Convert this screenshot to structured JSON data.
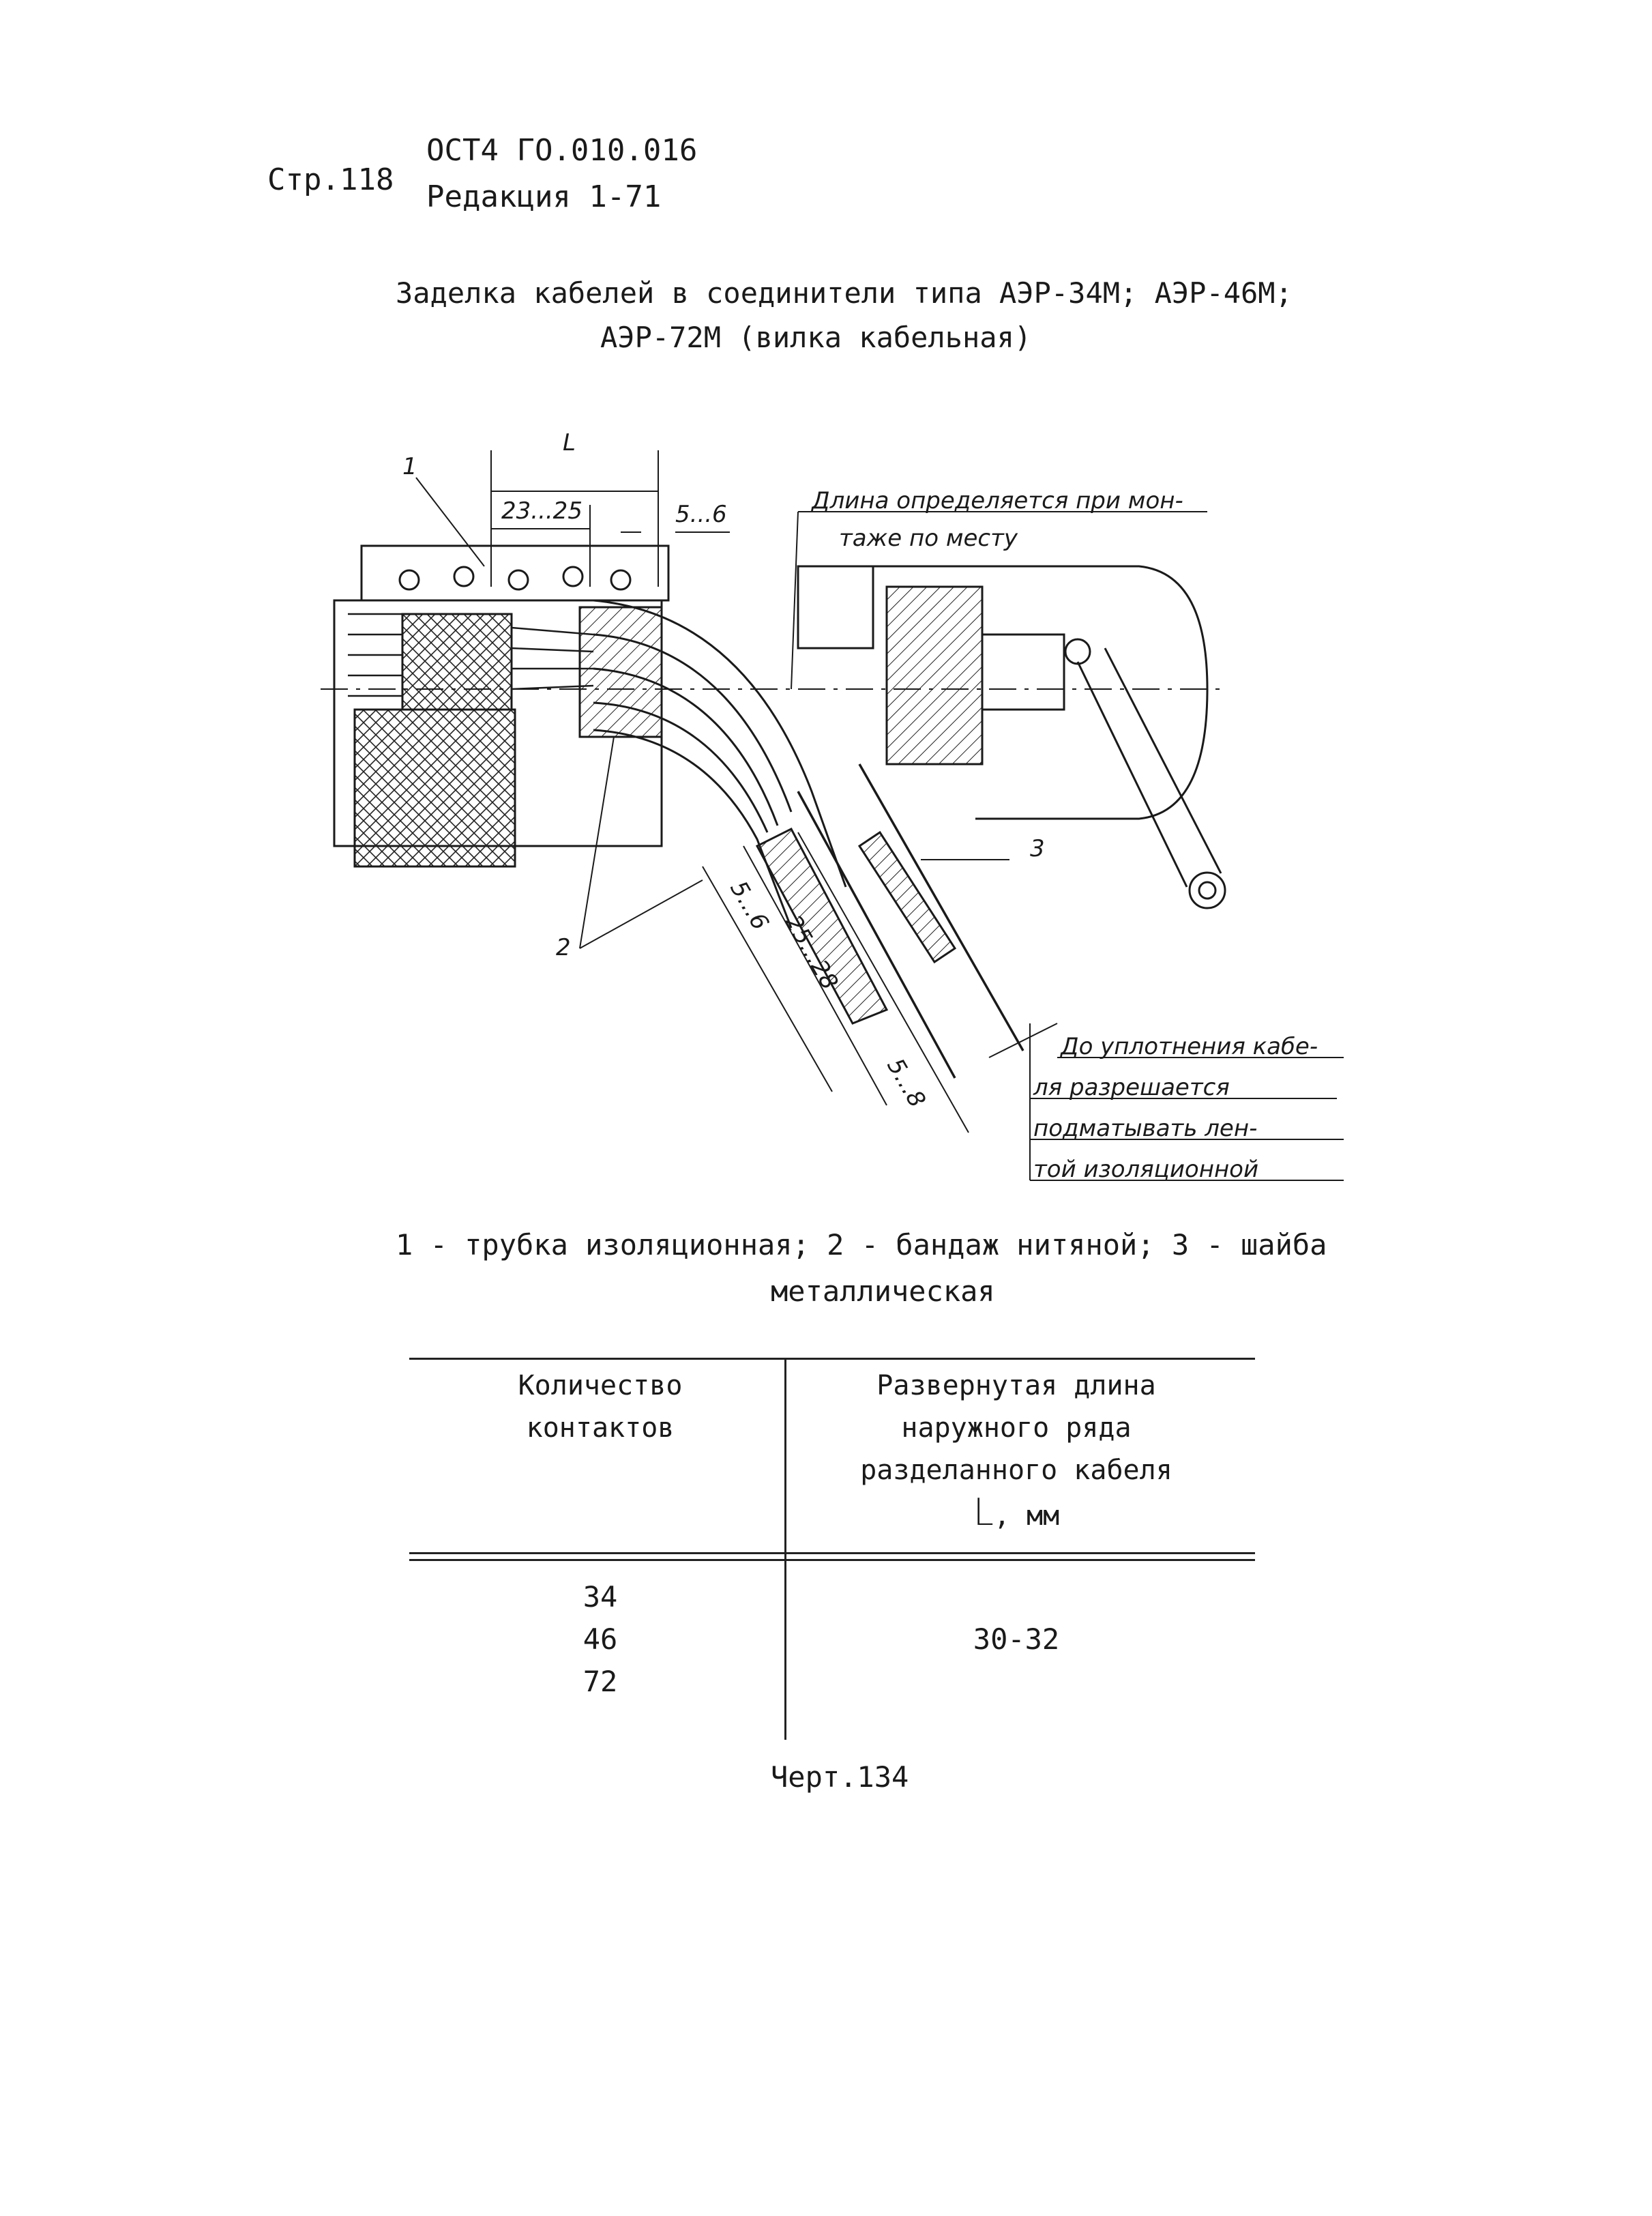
{
  "header": {
    "page_number": "Стр.118",
    "standard_code": "ОСТ4 ГО.010.016",
    "edition": "Редакция 1-71"
  },
  "title": {
    "line1": "Заделка кабелей в соединители типа АЭР-34М; АЭР-46М;",
    "line2": "АЭР-72М (вилка кабельная)"
  },
  "drawing": {
    "dim_L": "L",
    "dim_23_25": "23...25",
    "dim_5_6_top": "5...6",
    "dim_5_6_angled": "5...6",
    "dim_25_28": "25...28",
    "dim_5_8": "5...8",
    "label_1": "1",
    "label_2": "2",
    "label_3": "3",
    "note_top_line1": "Длина определяется при мон-",
    "note_top_line2": "таже по месту",
    "note_bottom_line1": "До уплотнения кабе-",
    "note_bottom_line2": "ля разрешается",
    "note_bottom_line3": "подматывать лен-",
    "note_bottom_line4": "той изоляционной"
  },
  "legend": {
    "line1": "1 - трубка изоляционная; 2 - бандаж нитяной; 3 - шайба",
    "line2": "металлическая"
  },
  "table": {
    "col1_header_line1": "Количество",
    "col1_header_line2": "контактов",
    "col2_header_line1": "Развернутая длина",
    "col2_header_line2": "наружного ряда",
    "col2_header_line3": "разделанного кабеля",
    "col2_header_symbol": "L",
    "col2_header_unit": ", мм",
    "rows": [
      {
        "contacts": "34"
      },
      {
        "contacts": "46"
      },
      {
        "contacts": "72"
      }
    ],
    "length_value": "30-32"
  },
  "footer": {
    "drawing_number": "Черт.134"
  }
}
